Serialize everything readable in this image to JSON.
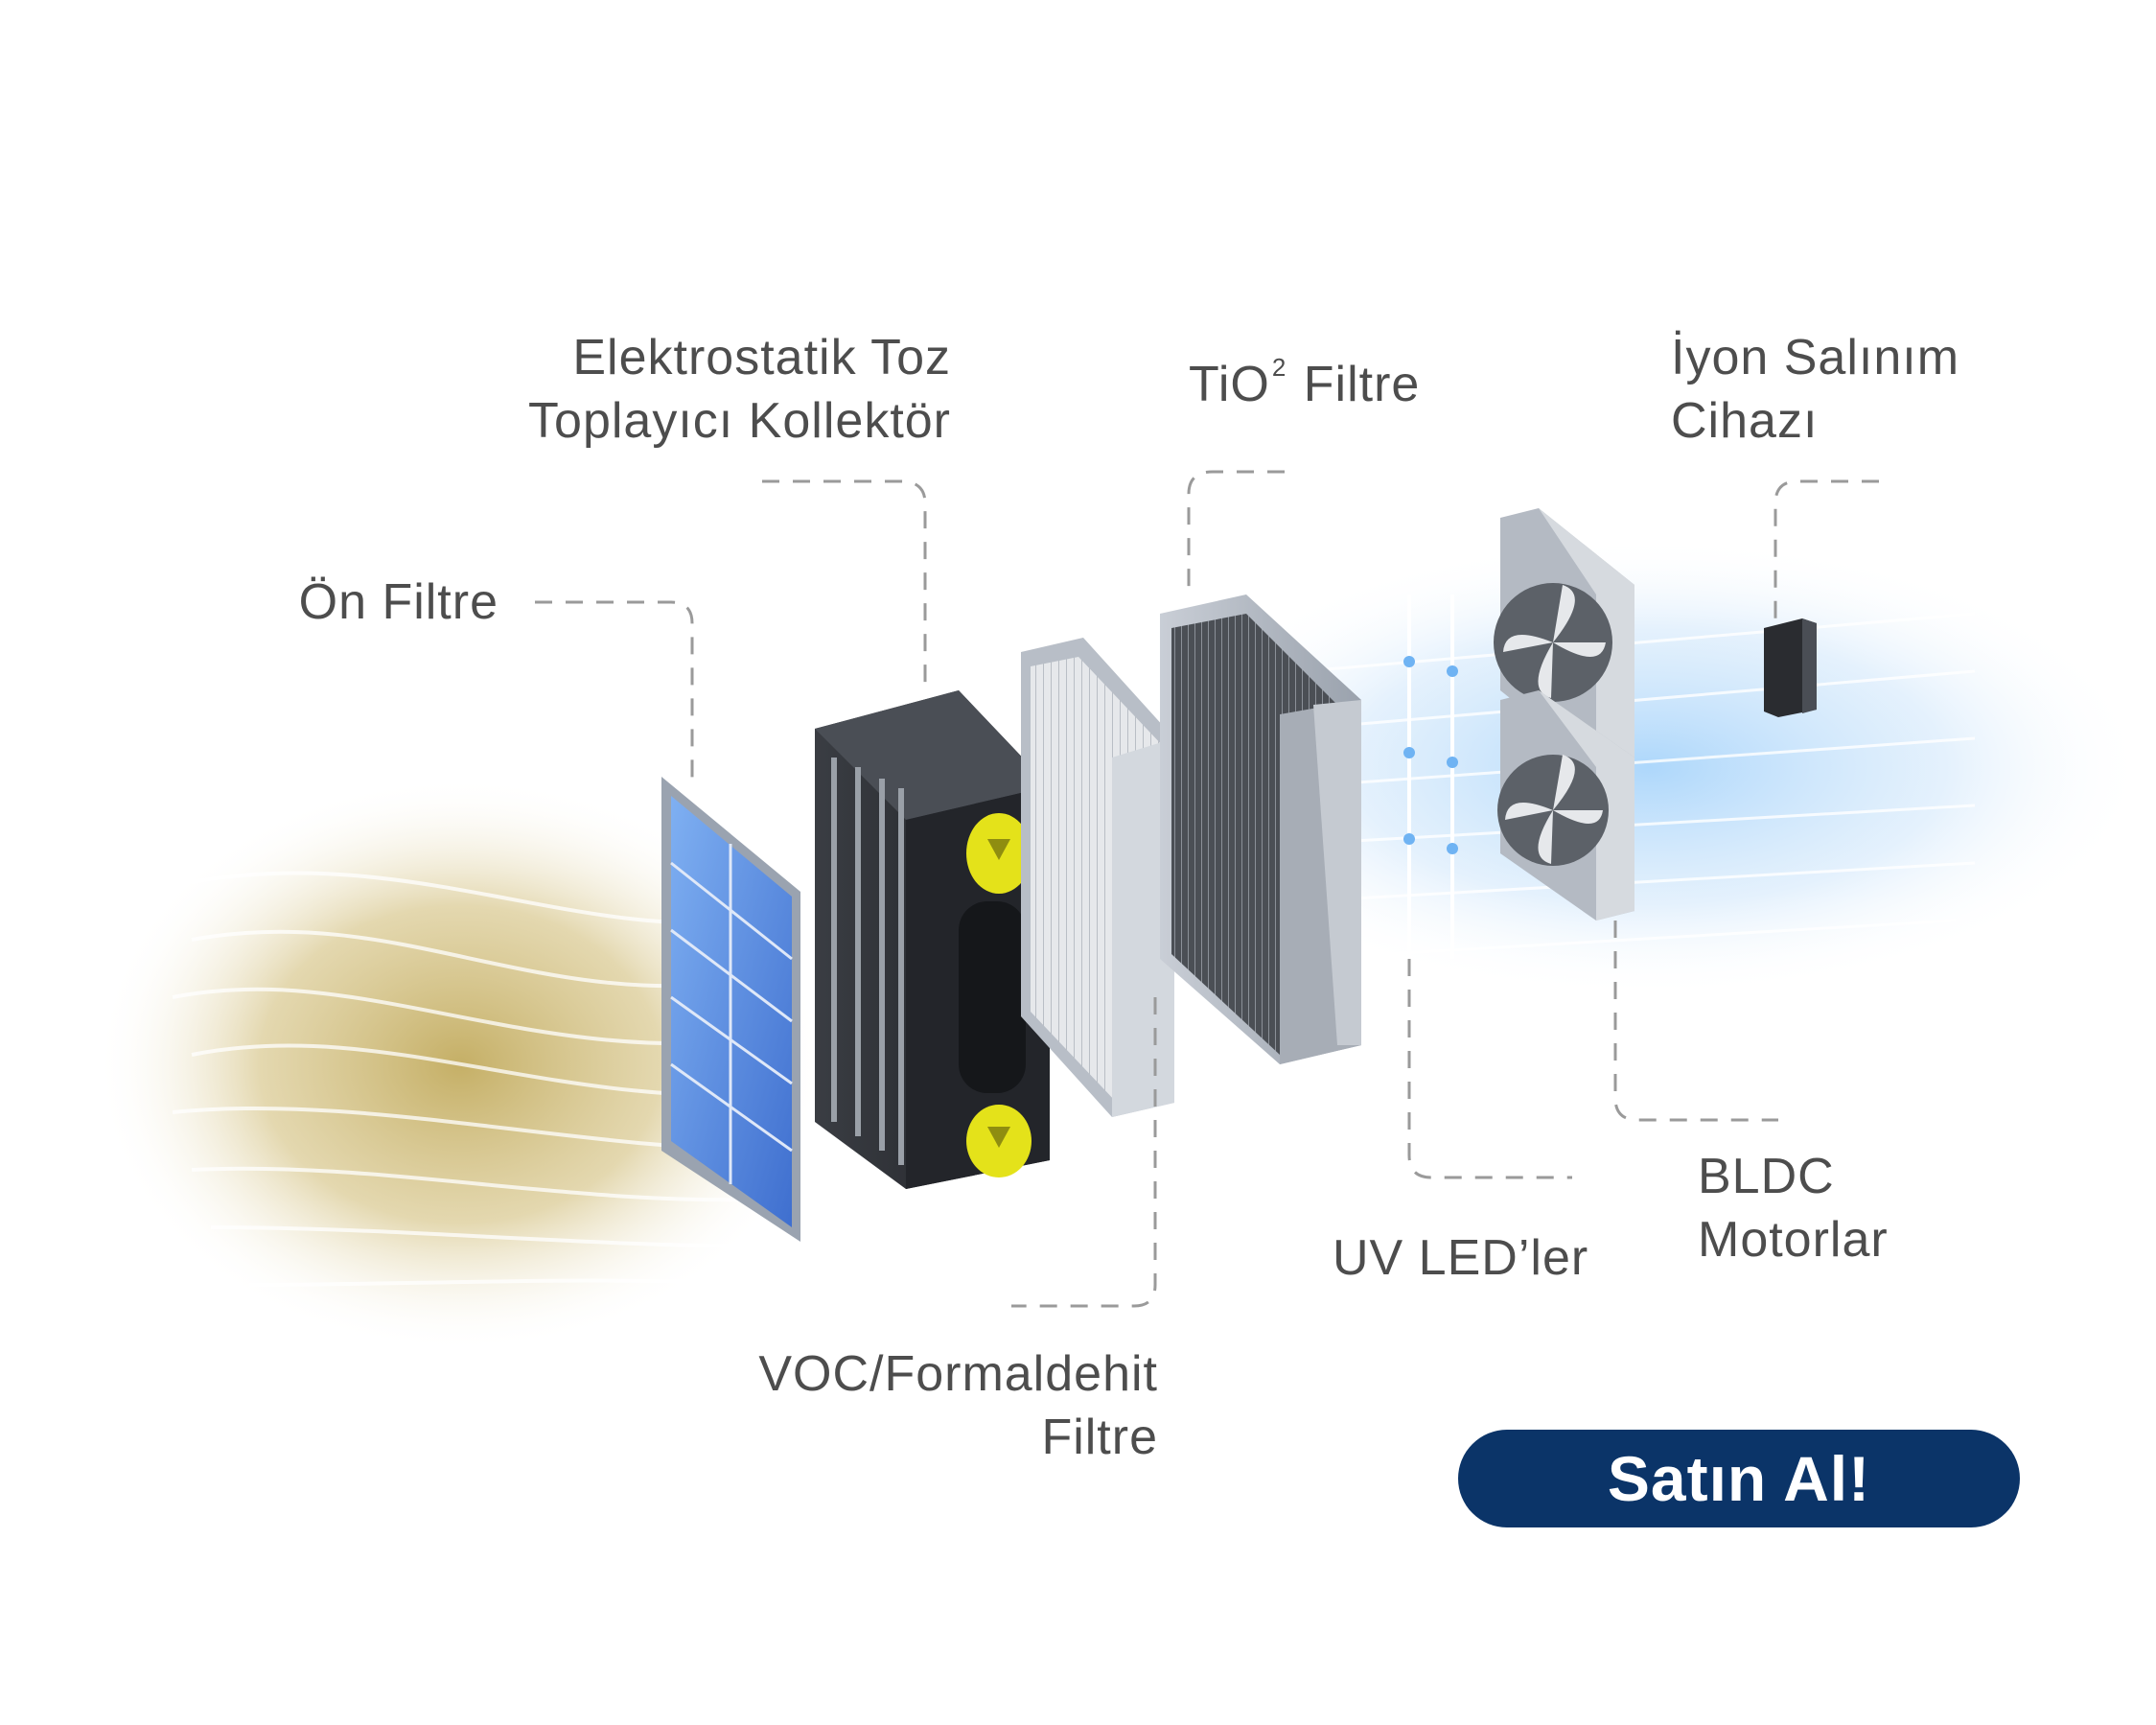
{
  "labels": {
    "on_filtre": "Ön Filtre",
    "elektrostatik": [
      "Elektrostatik Toz",
      "Toplayıcı Kollektör"
    ],
    "tio2_main": "TiO",
    "tio2_sup": "2",
    "tio2_rest": " Filtre",
    "iyon": [
      "İyon Salınım",
      "Cihazı"
    ],
    "voc": [
      "VOC/Formaldehit",
      "Filtre"
    ],
    "uv": "UV LED’ler",
    "bldc": [
      "BLDC",
      "Motorlar"
    ]
  },
  "button": {
    "label": "Satın Al!"
  },
  "colors": {
    "button_bg": "#0b3468",
    "label_text": "#4d4d4d",
    "leader_line": "#9a9a9a",
    "dirty_air": "#c9b46a",
    "clean_air": "#8ec7f5",
    "prefilter_blue": "#5b8fe0",
    "collector_black": "#2a2c30",
    "latch_yellow": "#e4e21a"
  },
  "icons": [
    "fan-icon"
  ]
}
